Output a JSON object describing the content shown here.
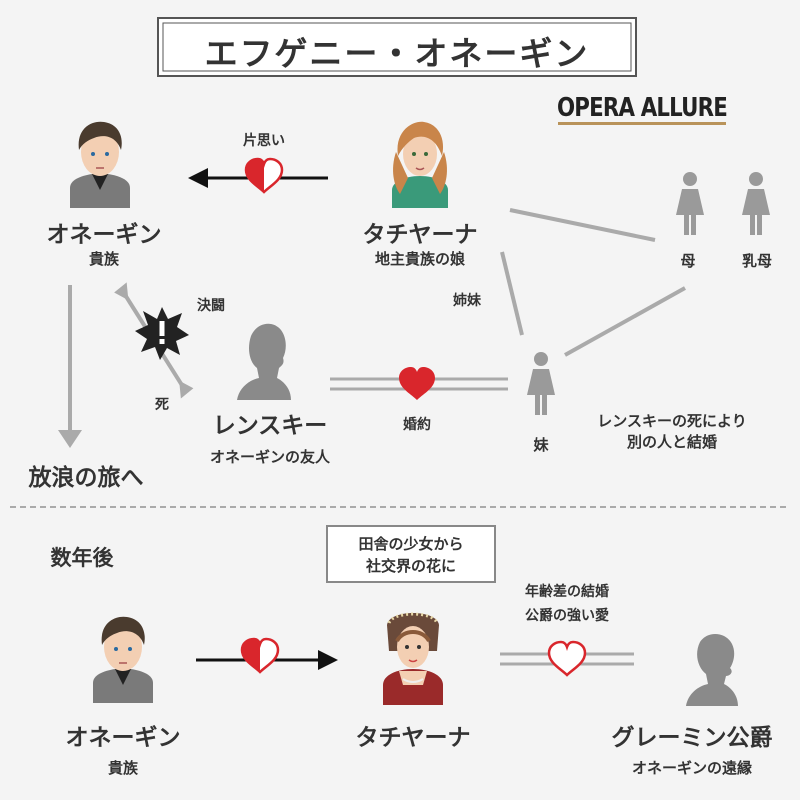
{
  "title": "エフゲニー・オネーギン",
  "logo": "OPERA ALLURE",
  "top": {
    "onegin": {
      "name": "オネーギン",
      "sub": "貴族"
    },
    "tatiana": {
      "name": "タチヤーナ",
      "sub": "地主貴族の娘"
    },
    "lensky": {
      "name": "レンスキー",
      "sub": "オネーギンの友人"
    },
    "mother": "母",
    "nurse": "乳母",
    "sister": "妹",
    "unrequited": "片思い",
    "duel": "決闘",
    "death": "死",
    "siblings": "姉妹",
    "engaged": "婚約",
    "sister_fate": [
      "レンスキーの死により",
      "別の人と結婚"
    ],
    "exile": "放浪の旅へ"
  },
  "bottom": {
    "years_later": "数年後",
    "transform": [
      "田舎の少女から",
      "社交界の花に"
    ],
    "marriage": [
      "年齢差の結婚",
      "公爵の強い愛"
    ],
    "onegin": {
      "name": "オネーギン",
      "sub": "貴族"
    },
    "tatiana": {
      "name": "タチヤーナ"
    },
    "gremin": {
      "name": "グレーミン公爵",
      "sub": "オネーギンの遠縁"
    }
  },
  "colors": {
    "heart": "#d9262c",
    "line": "#aaaaaa",
    "arrow": "#111111"
  }
}
